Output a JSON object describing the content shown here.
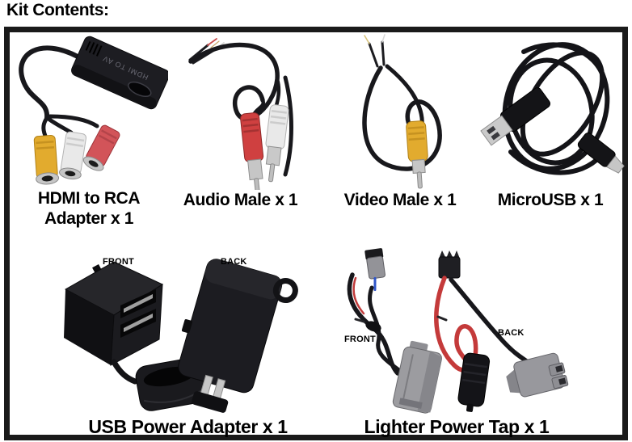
{
  "title": "Kit Contents:",
  "items": {
    "hdmi_adapter": {
      "line1": "HDMI to RCA",
      "line2": "Adapter x 1",
      "device_text": "HDMI TO AV"
    },
    "audio_male": {
      "label": "Audio Male x 1"
    },
    "video_male": {
      "label": "Video Male x 1"
    },
    "microusb": {
      "label": "MicroUSB x 1"
    },
    "usb_power_adapter": {
      "label": "USB Power Adapter x 1",
      "front": "FRONT",
      "back": "BACK"
    },
    "lighter_power_tap": {
      "label": "Lighter Power Tap x 1",
      "front": "FRONT",
      "back": "BACK"
    }
  },
  "colors": {
    "border": "#1a1a1a",
    "text": "#000000",
    "rca_yellow": "#e2ab2e",
    "rca_white": "#e9e9e9",
    "rca_red": "#d25459",
    "plug_red": "#cf4040",
    "wire_red": "#c43a3a",
    "connector_gray": "#9a9a9f",
    "cable_black": "#18181c",
    "metal_silver": "#c6c6c6"
  }
}
